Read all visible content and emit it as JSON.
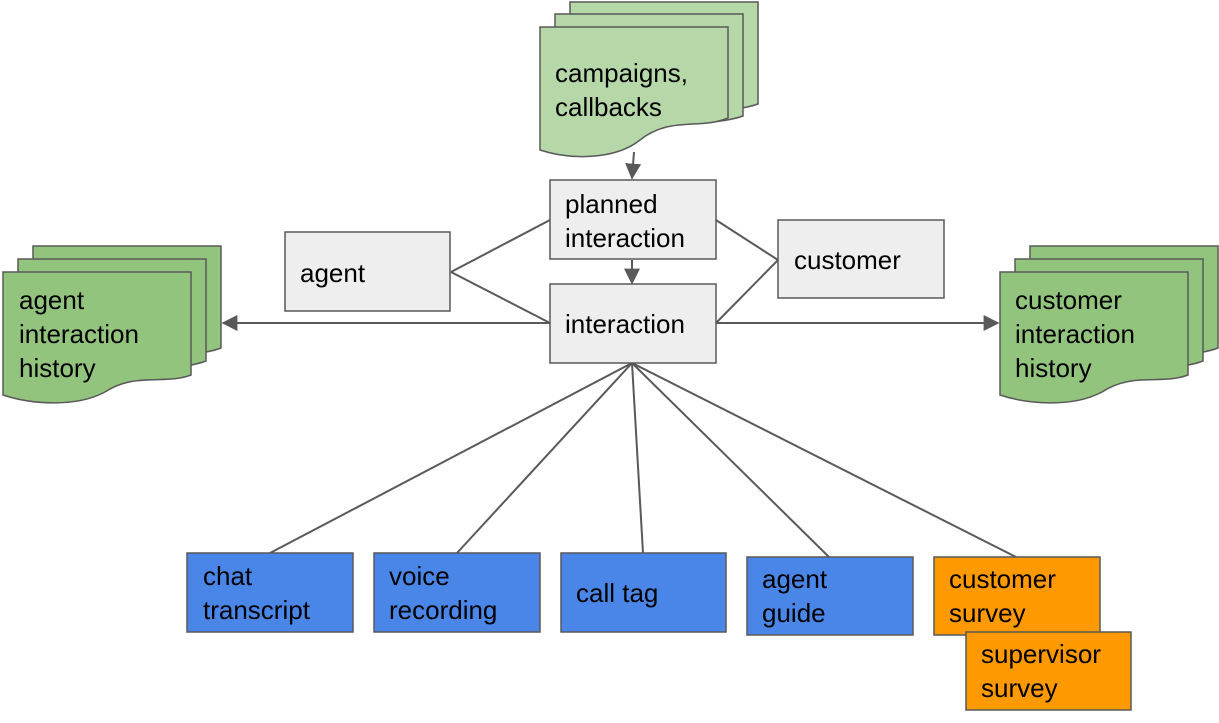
{
  "colors": {
    "green_light": "#b6d7a8",
    "green_dark": "#93c47d",
    "gray_box": "#eeeeee",
    "blue": "#4a86e8",
    "orange": "#ff9900",
    "stroke": "#595959"
  },
  "nodes": {
    "campaigns": "campaigns,\ncallbacks",
    "planned": "planned\ninteraction",
    "interaction": "interaction",
    "agent": "agent",
    "customer": "customer",
    "agent_history": "agent\ninteraction\nhistory",
    "customer_history": "customer\ninteraction\nhistory",
    "chat": "chat\ntranscript",
    "voice": "voice\nrecording",
    "calltag": "call tag",
    "guide": "agent\nguide",
    "cust_survey": "customer\nsurvey",
    "sup_survey": "supervisor\nsurvey"
  }
}
